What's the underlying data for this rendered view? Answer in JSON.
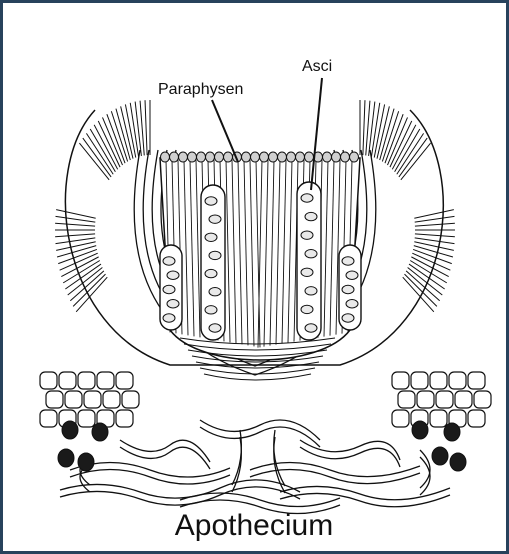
{
  "labels": {
    "paraphysen": "Paraphysen",
    "asci": "Asci",
    "title": "Apothecium"
  },
  "colors": {
    "frame": "#28425c",
    "ink": "#111111",
    "cell_fill": "#ffffff",
    "spore_fill": "#e9e9e9",
    "dark_cell": "#1a1a1a"
  }
}
